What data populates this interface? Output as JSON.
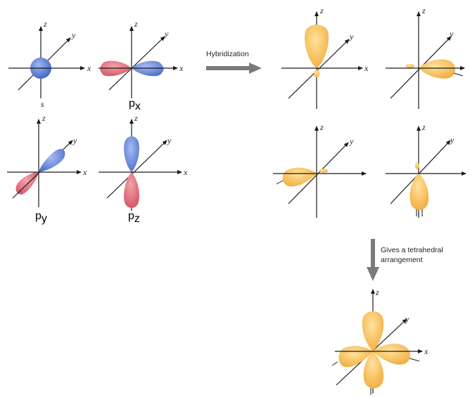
{
  "axes": {
    "x": "x",
    "y": "y",
    "z": "z"
  },
  "orbitals": {
    "s": {
      "letter": "s"
    },
    "px": {
      "letter": "p",
      "sub": "x"
    },
    "py": {
      "letter": "p",
      "sub": "y"
    },
    "pz": {
      "letter": "p",
      "sub": "z"
    }
  },
  "arrows": {
    "hybridization": "Hybridization",
    "tetrahedral_line1": "Gives a tetrahedral",
    "tetrahedral_line2": "arrangement"
  },
  "colors": {
    "s_blue": "#5b7fd6",
    "p_blue": "#4f74cf",
    "p_red": "#d9606e",
    "sp3_orange": "#f6b54a",
    "axis": "#1a1a1a",
    "arrow": "#7a7a7a"
  }
}
